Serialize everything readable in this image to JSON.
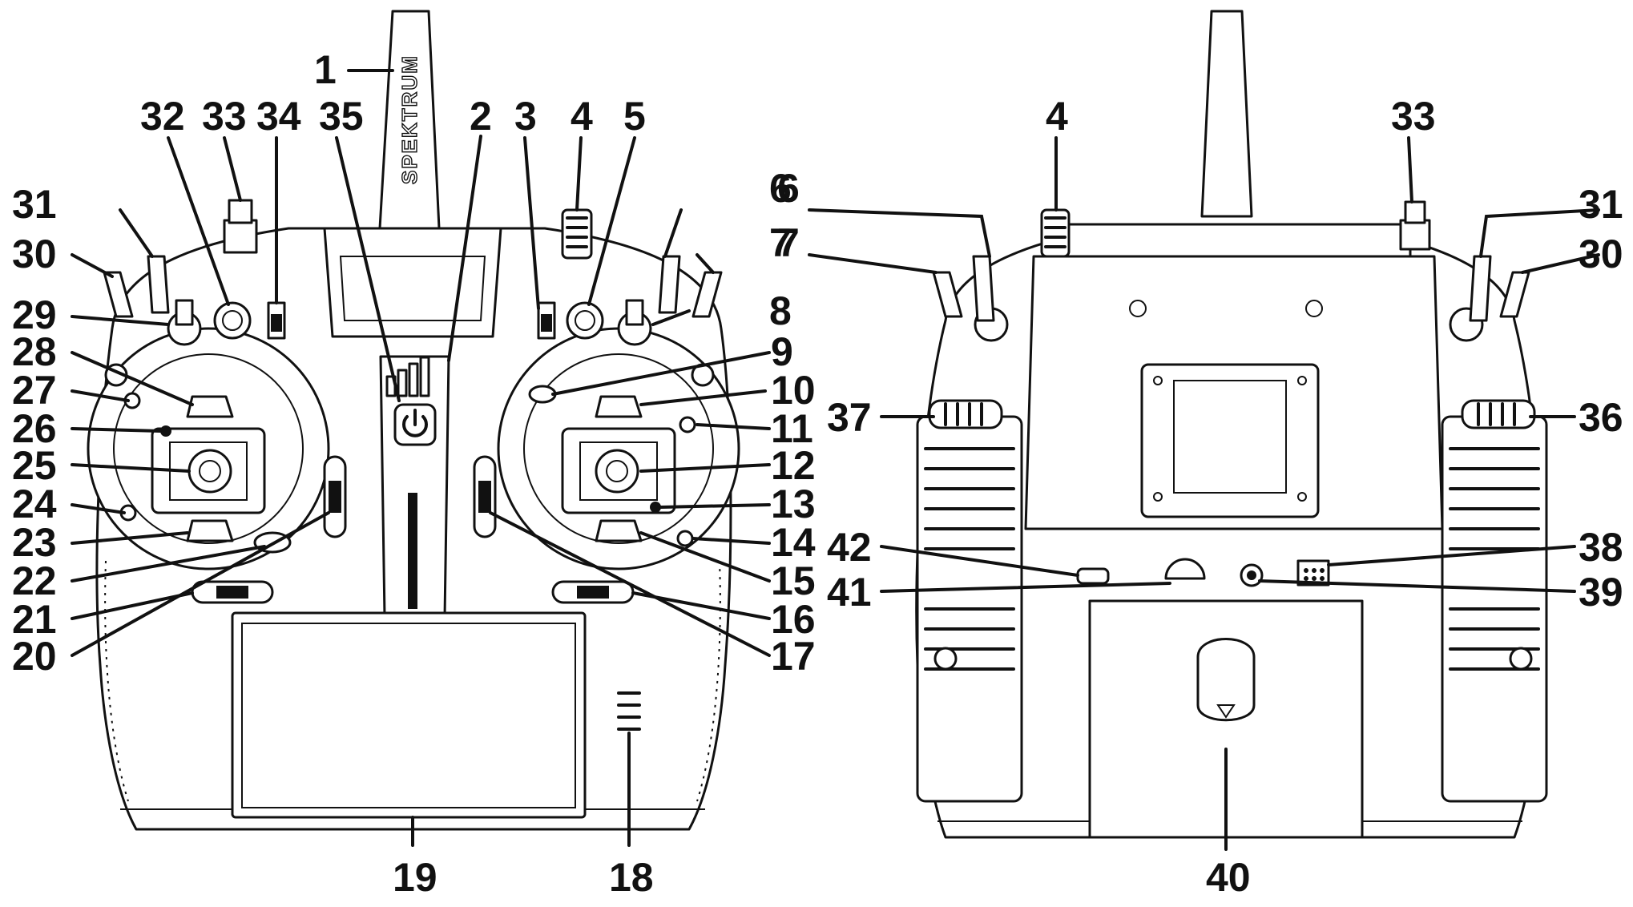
{
  "brand_text": "SPEKTRUM",
  "front_labels": [
    {
      "id": "1",
      "text": "1"
    },
    {
      "id": "2",
      "text": "2"
    },
    {
      "id": "3",
      "text": "3"
    },
    {
      "id": "4",
      "text": "4"
    },
    {
      "id": "5",
      "text": "5"
    },
    {
      "id": "6",
      "text": "6"
    },
    {
      "id": "7",
      "text": "7"
    },
    {
      "id": "8",
      "text": "8"
    },
    {
      "id": "9",
      "text": "9"
    },
    {
      "id": "10",
      "text": "10"
    },
    {
      "id": "11",
      "text": "11"
    },
    {
      "id": "12",
      "text": "12"
    },
    {
      "id": "13",
      "text": "13"
    },
    {
      "id": "14",
      "text": "14"
    },
    {
      "id": "15",
      "text": "15"
    },
    {
      "id": "16",
      "text": "16"
    },
    {
      "id": "17",
      "text": "17"
    },
    {
      "id": "18",
      "text": "18"
    },
    {
      "id": "19",
      "text": "19"
    },
    {
      "id": "20",
      "text": "20"
    },
    {
      "id": "21",
      "text": "21"
    },
    {
      "id": "22",
      "text": "22"
    },
    {
      "id": "23",
      "text": "23"
    },
    {
      "id": "24",
      "text": "24"
    },
    {
      "id": "25",
      "text": "25"
    },
    {
      "id": "26",
      "text": "26"
    },
    {
      "id": "27",
      "text": "27"
    },
    {
      "id": "28",
      "text": "28"
    },
    {
      "id": "29",
      "text": "29"
    },
    {
      "id": "30",
      "text": "30"
    },
    {
      "id": "31",
      "text": "31"
    },
    {
      "id": "32",
      "text": "32"
    },
    {
      "id": "33",
      "text": "33"
    },
    {
      "id": "34",
      "text": "34"
    },
    {
      "id": "35",
      "text": "35"
    }
  ],
  "back_labels": [
    {
      "id": "4",
      "text": "4"
    },
    {
      "id": "33",
      "text": "33"
    },
    {
      "id": "6",
      "text": "6"
    },
    {
      "id": "7",
      "text": "7"
    },
    {
      "id": "31",
      "text": "31"
    },
    {
      "id": "30",
      "text": "30"
    },
    {
      "id": "37",
      "text": "37"
    },
    {
      "id": "36",
      "text": "36"
    },
    {
      "id": "42",
      "text": "42"
    },
    {
      "id": "41",
      "text": "41"
    },
    {
      "id": "38",
      "text": "38"
    },
    {
      "id": "39",
      "text": "39"
    },
    {
      "id": "40",
      "text": "40"
    }
  ]
}
